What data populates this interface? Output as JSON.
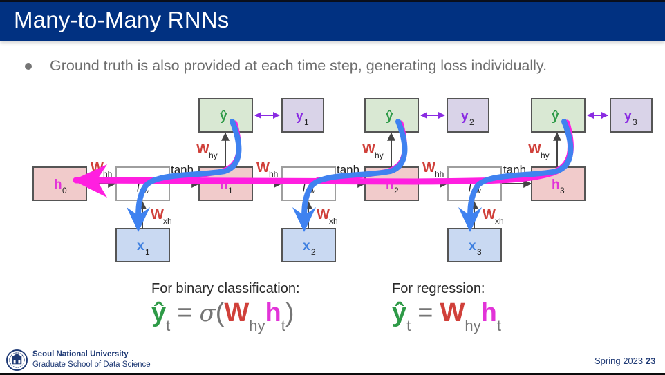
{
  "slide": {
    "title": "Many-to-Many RNNs",
    "bullet": "Ground truth is also provided at each time step, generating loss individually.",
    "colors": {
      "header_bg": "#013181",
      "hidden_node_bg": "#f1cbcb",
      "output_node_bg": "#d9e8d3",
      "target_node_bg": "#d9d3e8",
      "input_node_bg": "#c9d9f2",
      "weight_text": "#d0403a",
      "hidden_text": "#e233d8",
      "output_text": "#2e9a47",
      "target_text": "#8a2be2",
      "input_text": "#3d7fe0",
      "gradient_pink": "#ff1fe0",
      "gradient_blue": "#3f82f0"
    }
  },
  "diagram": {
    "h0": {
      "label": "h",
      "sub": "0"
    },
    "steps": [
      {
        "input": {
          "label": "x",
          "sub": "1"
        },
        "hidden": {
          "label": "h",
          "sub": "1"
        },
        "output": {
          "label": "ŷ"
        },
        "target": {
          "label": "y",
          "sub": "1"
        },
        "fw": "f",
        "fw_sub": "W"
      },
      {
        "input": {
          "label": "x",
          "sub": "2"
        },
        "hidden": {
          "label": "h",
          "sub": "2"
        },
        "output": {
          "label": "ŷ"
        },
        "target": {
          "label": "y",
          "sub": "2"
        },
        "fw": "f",
        "fw_sub": "W"
      },
      {
        "input": {
          "label": "x",
          "sub": "3"
        },
        "hidden": {
          "label": "h",
          "sub": "3"
        },
        "output": {
          "label": "ŷ"
        },
        "target": {
          "label": "y",
          "sub": "3"
        },
        "fw": "f",
        "fw_sub": "W"
      }
    ],
    "weights": {
      "whh": {
        "label": "W",
        "sub": "hh"
      },
      "wxh": {
        "label": "W",
        "sub": "xh"
      },
      "why": {
        "label": "W",
        "sub": "hy"
      }
    },
    "activation": "tanh"
  },
  "formulas": {
    "classification": {
      "caption": "For binary classification:",
      "yhat": "ŷ",
      "t": "t",
      "eq": "=",
      "sigma": "σ",
      "lparen": "(",
      "rparen": ")",
      "w": "W",
      "w_sub": "hy",
      "h": "h",
      "h_sub": "t"
    },
    "regression": {
      "caption": "For regression:",
      "yhat": "ŷ",
      "t": "t",
      "eq": "=",
      "w": "W",
      "w_sub": "hy",
      "h": "h",
      "h_sub": "t"
    }
  },
  "footer": {
    "university": "Seoul National University",
    "school": "Graduate School of Data Science",
    "semester": "Spring 2023",
    "page": "23"
  }
}
